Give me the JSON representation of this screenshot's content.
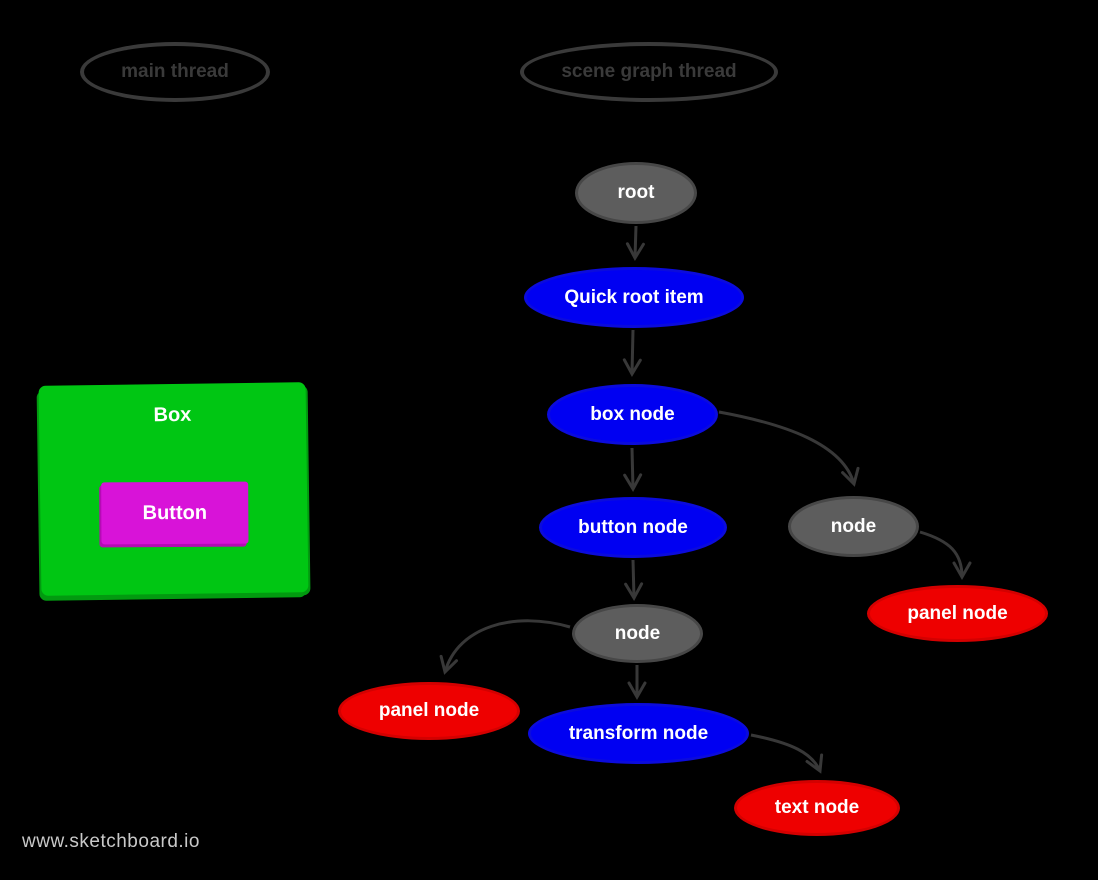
{
  "watermark": {
    "text": "www.sketchboard.io"
  },
  "threads": [
    {
      "label": "main thread"
    },
    {
      "label": "scene graph thread"
    }
  ],
  "ui_mock": {
    "box_label": "Box",
    "button_label": "Button"
  },
  "nodes": [
    {
      "id": "root",
      "label": "root",
      "color": "gray"
    },
    {
      "id": "quick-root-item",
      "label": "Quick root item",
      "color": "blue"
    },
    {
      "id": "box-node",
      "label": "box node",
      "color": "blue"
    },
    {
      "id": "button-node",
      "label": "button node",
      "color": "blue"
    },
    {
      "id": "node-center",
      "label": "node",
      "color": "gray"
    },
    {
      "id": "node-right",
      "label": "node",
      "color": "gray"
    },
    {
      "id": "panel-node-right",
      "label": "panel node",
      "color": "red"
    },
    {
      "id": "panel-node-left",
      "label": "panel node",
      "color": "red"
    },
    {
      "id": "transform-node",
      "label": "transform node",
      "color": "blue"
    },
    {
      "id": "text-node",
      "label": "text node",
      "color": "red"
    }
  ],
  "edges": [
    {
      "from": "root",
      "to": "quick-root-item"
    },
    {
      "from": "quick-root-item",
      "to": "box-node"
    },
    {
      "from": "box-node",
      "to": "button-node"
    },
    {
      "from": "box-node",
      "to": "node-right"
    },
    {
      "from": "button-node",
      "to": "node-center"
    },
    {
      "from": "node-right",
      "to": "panel-node-right"
    },
    {
      "from": "node-center",
      "to": "panel-node-left"
    },
    {
      "from": "node-center",
      "to": "transform-node"
    },
    {
      "from": "transform-node",
      "to": "text-node"
    }
  ],
  "palette": {
    "background": "#000000",
    "node_blue": "#0000f2",
    "node_red": "#ee0000",
    "node_gray": "#5d5d5d",
    "box_green": "#00c613",
    "button_magenta": "#d813d8",
    "edge_stroke": "#383838",
    "thread_outline": "#3a3a3a",
    "node_text": "#ffffff",
    "watermark_text": "#c9c9c9"
  }
}
